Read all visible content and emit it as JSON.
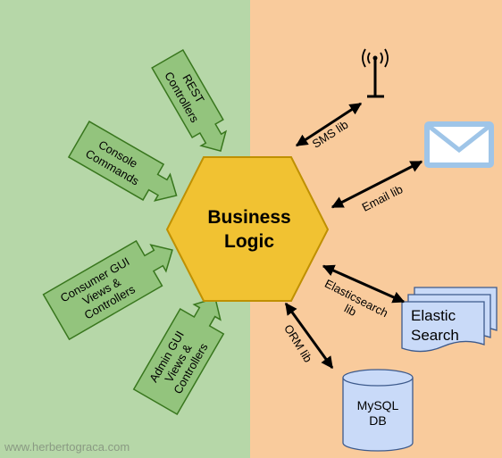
{
  "center": {
    "line1": "Business",
    "line2": "Logic"
  },
  "left_adapters": [
    {
      "lines": [
        "REST",
        "Controllers"
      ]
    },
    {
      "lines": [
        "Console",
        "Commands"
      ]
    },
    {
      "lines": [
        "Consumer GUI",
        "Views &",
        "Controllers"
      ]
    },
    {
      "lines": [
        "Admin GUI",
        "Views &",
        "Controllers"
      ]
    }
  ],
  "right_adapters": {
    "sms": {
      "label": "SMS lib"
    },
    "email": {
      "label": "Email lib"
    },
    "elastic": {
      "label_line1": "Elasticsearch",
      "label_line2": "lib",
      "box_line1": "Elastic",
      "box_line2": "Search"
    },
    "orm": {
      "label": "ORM lib"
    },
    "db": {
      "line1": "MySQL",
      "line2": "DB"
    }
  },
  "watermark": "www.herbertograca.com",
  "colors": {
    "left_bg": "#b6d7a8",
    "right_bg": "#f9cb9c",
    "hexagon": "#f1c232",
    "hexagon_border": "#bf9000",
    "adapter_fill": "#93c47d",
    "adapter_border": "#38761d",
    "doc_fill": "#c9daf8",
    "doc_border": "#3d5a8c",
    "envelope": "#9fc5e8"
  }
}
